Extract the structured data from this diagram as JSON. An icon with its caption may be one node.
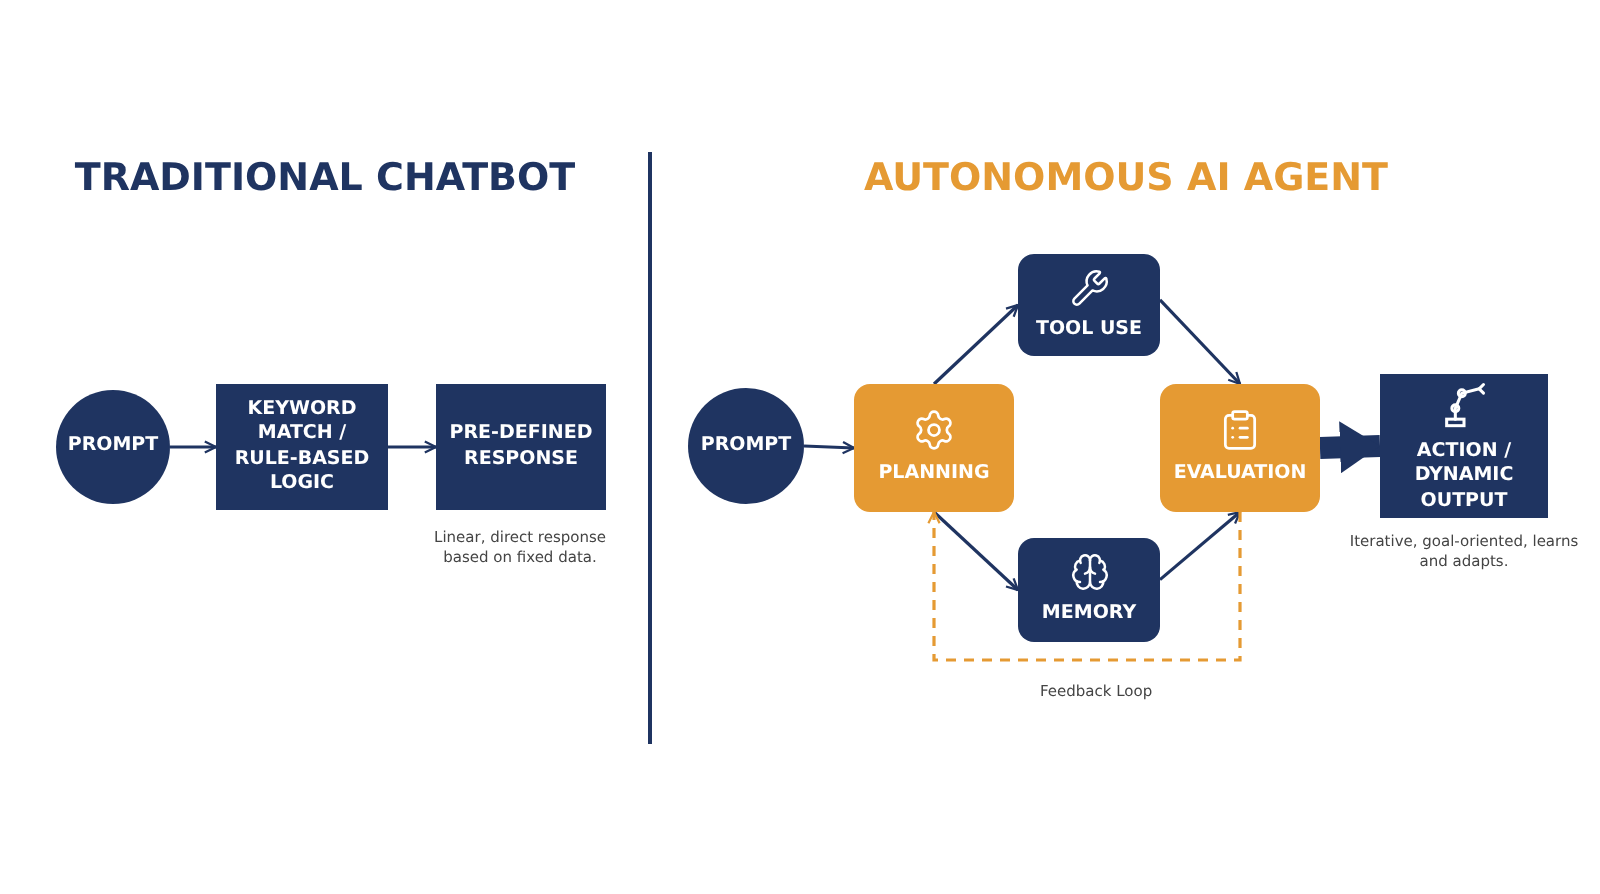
{
  "diagram": {
    "nodes": [
      {
        "text": [
          "PROMPT"
        ]
      },
      {
        "text": [
          "KEYWORD MATCH / RULE-BASED LOGIC"
        ]
      },
      {
        "text": [
          "PRE-DEFINED RESPONSE"
        ],
        "beside": [
          "Linear, direct response based on fixed data."
        ]
      },
      {
        "text": [
          "PROMPT"
        ]
      },
      {
        "text": [
          "PLANNING"
        ]
      },
      {
        "text": [
          "TOOL USE"
        ]
      },
      {
        "text": [
          "MEMORY"
        ]
      },
      {
        "text": [
          "EVALUATION"
        ]
      },
      {
        "text": [
          "ACTION / DYNAMIC OUTPUT"
        ],
        "beside": [
          "Iterative, goal-oriented, learns and adapts."
        ]
      }
    ],
    "edges": [
      {
        "from": 0,
        "to": 1,
        "arrow": "to"
      },
      {
        "from": 1,
        "to": 2,
        "arrow": "to"
      },
      {
        "from": 3,
        "to": 4,
        "arrow": "to"
      },
      {
        "from": 4,
        "to": 5,
        "arrow": "to"
      },
      {
        "from": 5,
        "to": 7,
        "arrow": "to"
      },
      {
        "from": 4,
        "to": 6,
        "arrow": "to"
      },
      {
        "from": 6,
        "to": 7,
        "arrow": "to"
      },
      {
        "from": 7,
        "to": 8,
        "arrow": "to",
        "style": "thick"
      },
      {
        "from": 7,
        "to": 4,
        "arrow": "to",
        "style": "dashed",
        "color": "#e59a33",
        "label": "Feedback Loop"
      }
    ],
    "labels": [
      "TRADITIONAL CHATBOT",
      "AUTONOMOUS AI AGENT"
    ]
  }
}
